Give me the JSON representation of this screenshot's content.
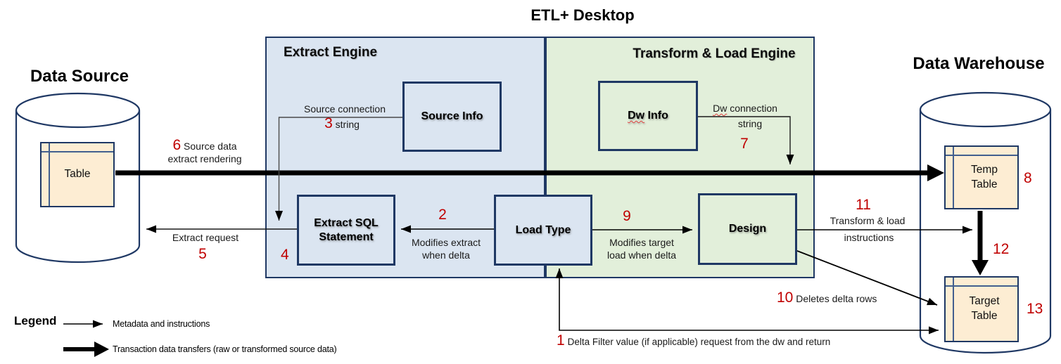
{
  "diagram_title": "ETL+ Desktop",
  "data_source": {
    "title": "Data Source",
    "table": "Table"
  },
  "data_warehouse": {
    "title": "Data Warehouse",
    "temp_table_line1": "Temp",
    "temp_table_line2": "Table",
    "target_table_line1": "Target",
    "target_table_line2": "Table"
  },
  "engines": {
    "extract_label": "Extract Engine",
    "transform_load_label": "Transform & Load Engine"
  },
  "nodes": {
    "source_info": "Source Info",
    "dw_info_word": "Dw",
    "dw_info_rest": " Info",
    "extract_sql_line1": "Extract SQL",
    "extract_sql_line2": "Statement",
    "load_type": "Load Type",
    "design": "Design"
  },
  "annotations": {
    "a1": {
      "num": "1",
      "text": "Delta Filter value (if applicable) request from the dw and return"
    },
    "a2": {
      "num": "2",
      "line1": "Modifies extract",
      "line2": "when delta"
    },
    "a3": {
      "num": "3",
      "line1": "Source connection",
      "line2": "string"
    },
    "a4": {
      "num": "4"
    },
    "a5": {
      "num": "5",
      "text": "Extract request"
    },
    "a6": {
      "num": "6",
      "line1": "Source data",
      "line2": "extract rendering"
    },
    "a7": {
      "num": "7",
      "line1_word": "Dw",
      "line1_rest": " connection",
      "line2": "string"
    },
    "a8": {
      "num": "8"
    },
    "a9": {
      "num": "9",
      "line1": "Modifies target",
      "line2": "load when delta"
    },
    "a10": {
      "num": "10",
      "text": "Deletes delta rows"
    },
    "a11": {
      "num": "11",
      "line1": "Transform & load",
      "line2": "instructions"
    },
    "a12": {
      "num": "12"
    },
    "a13": {
      "num": "13"
    }
  },
  "legend": {
    "title": "Legend",
    "thin_label": "Metadata and instructions",
    "thick_label": "Transaction data transfers (raw or transformed  source data)"
  },
  "colors": {
    "accent_border": "#1F3864",
    "extract_fill": "#DBE5F1",
    "transform_fill": "#E2EFDA",
    "table_fill": "#FDEDD3",
    "number_red": "#C00000",
    "arrow_black": "#000000"
  }
}
